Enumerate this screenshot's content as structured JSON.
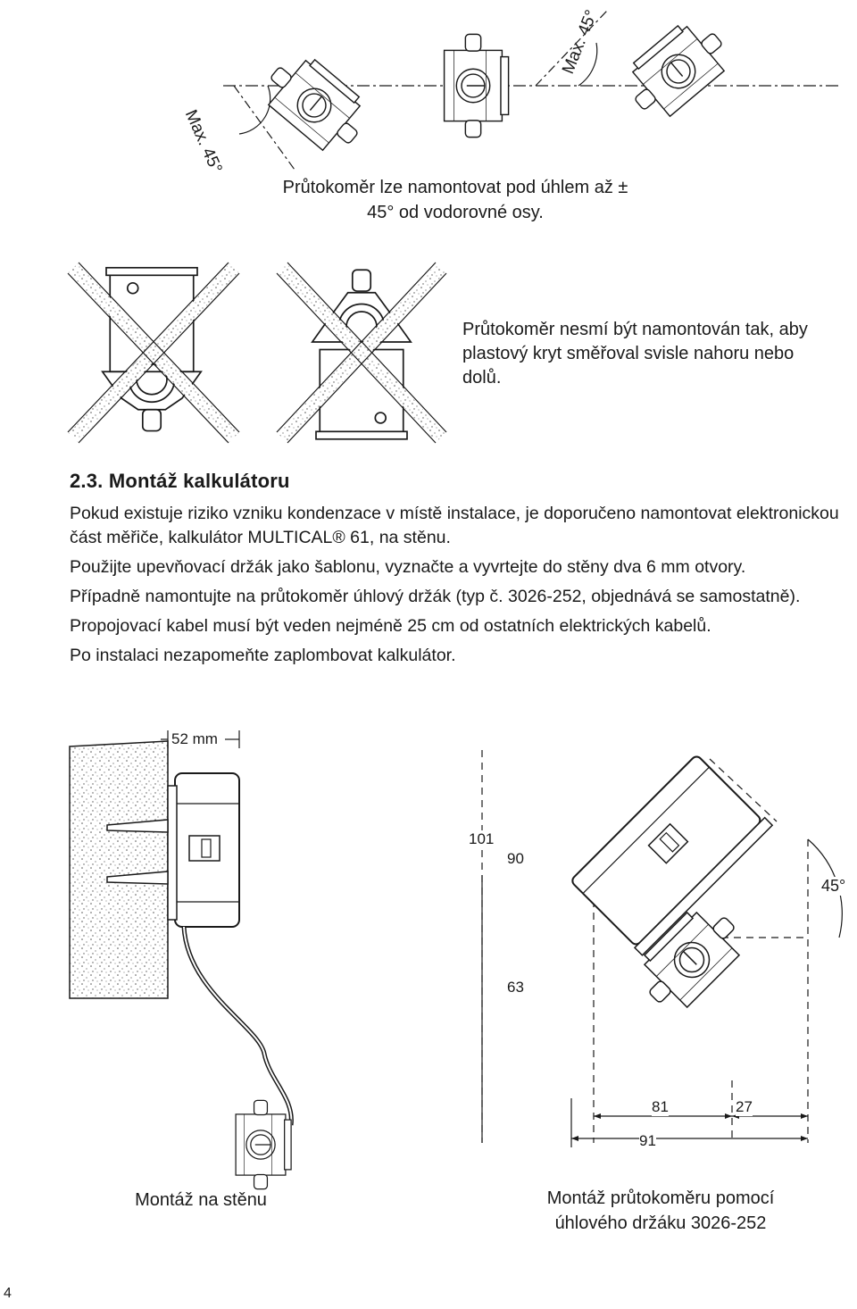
{
  "figures": {
    "angle_label_left": "Max. 45°",
    "angle_label_right": "Max. 45°",
    "caption_angle": "Průtokoměr lze namontovat pod úhlem až ± 45° od vodorovné osy.",
    "caption_wrong_line1": "Průtokoměr nesmí být namontován tak, aby",
    "caption_wrong_line2": "plastový kryt směřoval svisle nahoru nebo",
    "caption_wrong_line3": "dolů."
  },
  "section": {
    "number": "2.3.",
    "title": "Montáž kalkulátoru",
    "paragraphs": [
      "Pokud existuje riziko vzniku kondenzace v místě instalace, je doporučeno namontovat elektronickou část měřiče, kalkulátor MULTICAL® 61, na stěnu.",
      "Použijte upevňovací držák jako šablonu, vyznačte a vyvrtejte do stěny dva 6 mm otvory.",
      "Případně namontujte na průtokoměr úhlový držák (typ č. 3026-252, objednává se samostatně).",
      "Propojovací kabel musí být veden nejméně 25 cm od ostatních elektrických kabelů.",
      "Po instalaci nezapomeňte zaplombovat kalkulátor."
    ]
  },
  "wall_mount": {
    "dimension": "52 mm",
    "caption": "Montáž na stěnu"
  },
  "bracket_mount": {
    "dim_101": "101",
    "dim_90": "90",
    "dim_63": "63",
    "dim_81": "81",
    "dim_27": "27",
    "dim_91": "91",
    "angle": "45°",
    "caption_line1": "Montáž průtokoměru pomocí",
    "caption_line2": "úhlového držáku 3026-252"
  },
  "page_number": "4"
}
